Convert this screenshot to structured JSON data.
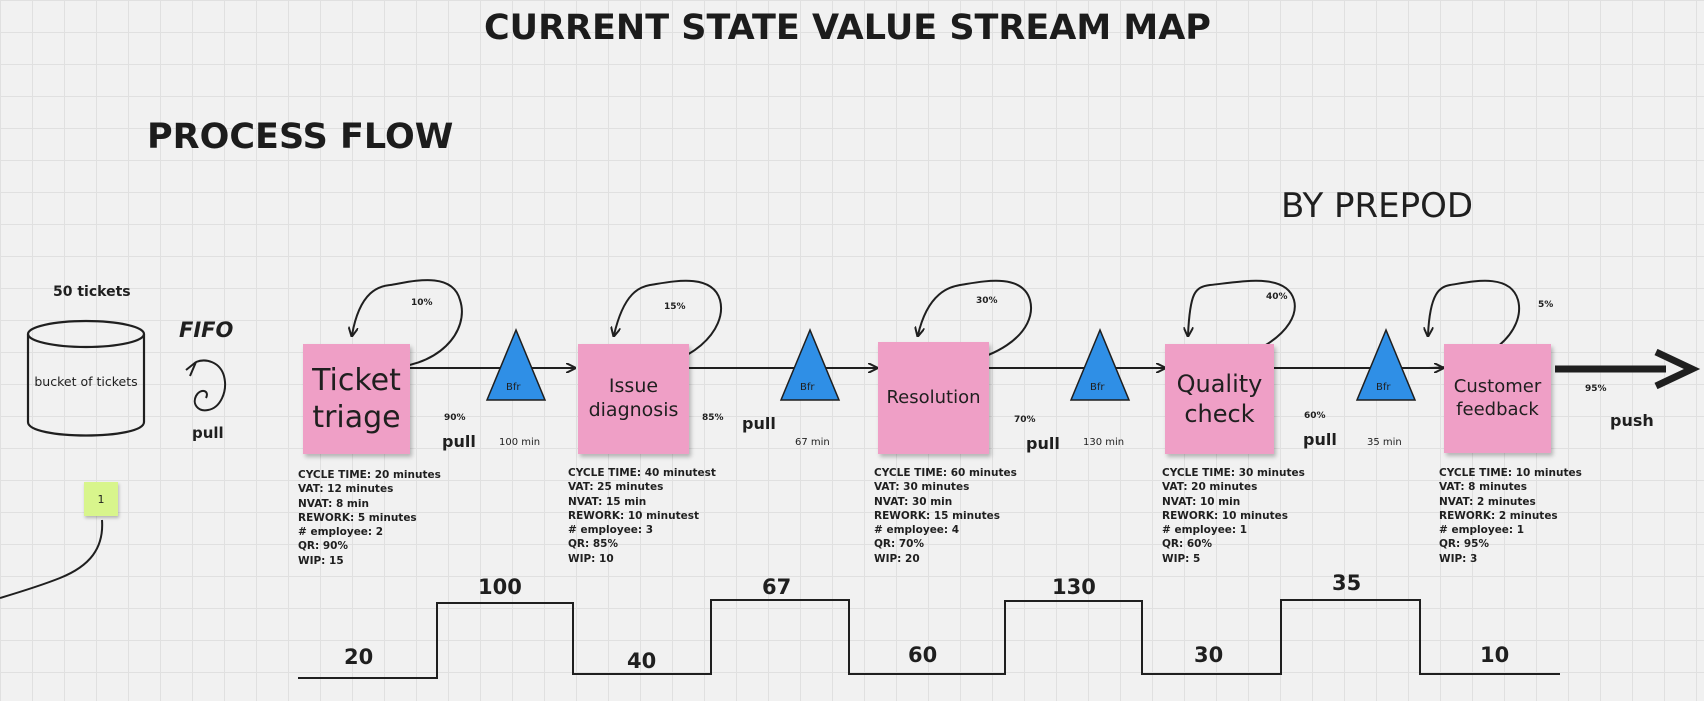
{
  "title": "CURRENT STATE VALUE STREAM MAP",
  "subtitle": "PROCESS FLOW",
  "author": "BY PREPOD",
  "source": {
    "count_label": "50 tickets",
    "bucket_label": "bucket of tickets",
    "fifo_label": "FIFO",
    "pull_label": "pull",
    "note_label": "1"
  },
  "processes": [
    {
      "name": "Ticket triage",
      "rework_pct": "10%",
      "out_pct": "90%",
      "metrics": [
        "CYCLE TIME: 20 minutes",
        "VAT: 12 minutes",
        "NVAT: 8 min",
        "REWORK: 5 minutes",
        "# employee: 2",
        "QR: 90%",
        "WIP: 15"
      ]
    },
    {
      "name": "Issue diagnosis",
      "rework_pct": "15%",
      "out_pct": "85%",
      "metrics": [
        "CYCLE TIME: 40 minutest",
        "VAT: 25 minutes",
        "NVAT: 15 min",
        "REWORK: 10 minutest",
        "# employee: 3",
        "QR: 85%",
        "WIP: 10"
      ]
    },
    {
      "name": "Resolution",
      "rework_pct": "30%",
      "out_pct": "70%",
      "metrics": [
        "CYCLE TIME: 60 minutes",
        "VAT: 30 minutes",
        "NVAT: 30 min",
        "REWORK: 15 minutes",
        "# employee: 4",
        "QR: 70%",
        "WIP: 20"
      ]
    },
    {
      "name": "Quality check",
      "rework_pct": "40%",
      "out_pct": "60%",
      "metrics": [
        "CYCLE TIME: 30 minutes",
        "VAT: 20 minutes",
        "NVAT: 10 min",
        "REWORK: 10 minutes",
        "# employee: 1",
        "QR: 60%",
        "WIP: 5"
      ]
    },
    {
      "name": "Customer feedback",
      "rework_pct": "5%",
      "out_pct": "95%",
      "metrics": [
        "CYCLE TIME: 10 minutes",
        "VAT: 8 minutes",
        "NVAT: 2 minutes",
        "REWORK: 2 minutes",
        "# employee: 1",
        "QR: 95%",
        "WIP: 3"
      ]
    }
  ],
  "buffers": [
    {
      "label": "Bfr",
      "time": "100 min",
      "flow": "pull"
    },
    {
      "label": "Bfr",
      "time": "67 min",
      "flow": "pull"
    },
    {
      "label": "Bfr",
      "time": "130  min",
      "flow": "pull"
    },
    {
      "label": "Bfr",
      "time": "35 min",
      "flow": "pull"
    }
  ],
  "final_flow": "push",
  "timeline": {
    "process_times": [
      "20",
      "40",
      "60",
      "30",
      "10"
    ],
    "wait_times": [
      "100",
      "67",
      "130",
      "35"
    ]
  },
  "colors": {
    "sticky": "#ef9fc6",
    "buffer": "#2f8fe6",
    "note": "#d8f58c",
    "line": "#2b2b2b"
  }
}
